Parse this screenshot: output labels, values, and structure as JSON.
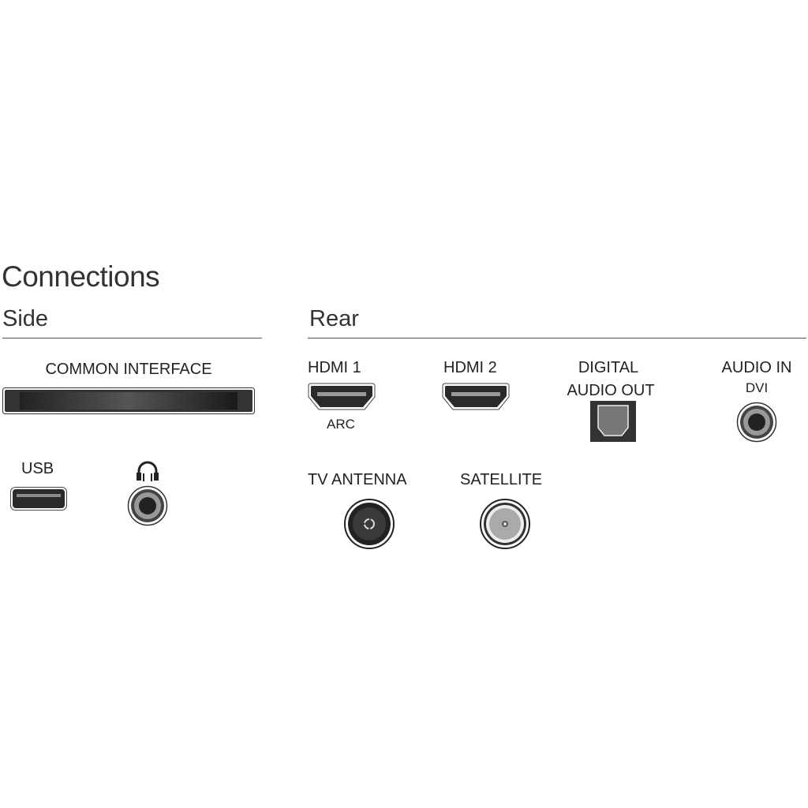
{
  "title": "Connections",
  "side": {
    "heading": "Side",
    "common_interface": "COMMON INTERFACE",
    "usb": "USB",
    "headphone_icon": "headphones-icon"
  },
  "rear": {
    "heading": "Rear",
    "hdmi1": "HDMI 1",
    "hdmi1_sub": "ARC",
    "hdmi2": "HDMI 2",
    "digital_audio_out_line1": "DIGITAL",
    "digital_audio_out_line2": "AUDIO OUT",
    "audio_in": "AUDIO IN",
    "audio_in_sub": "DVI",
    "tv_antenna": "TV ANTENNA",
    "satellite": "SATELLITE"
  }
}
